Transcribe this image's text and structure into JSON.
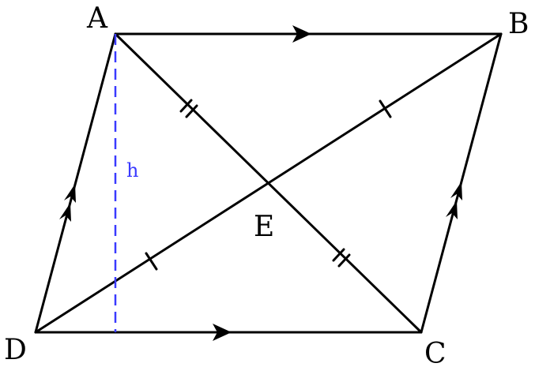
{
  "labels": {
    "vertex_a": "A",
    "vertex_b": "B",
    "vertex_c": "C",
    "vertex_d": "D",
    "intersection_e": "E",
    "height_h": "h"
  },
  "colors": {
    "stroke": "#000000",
    "height_line": "#3a3aff",
    "background": "#ffffff"
  }
}
